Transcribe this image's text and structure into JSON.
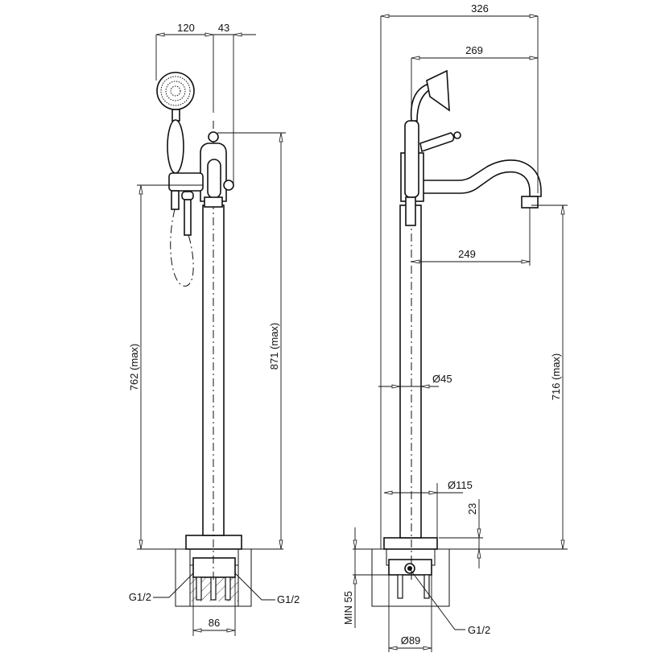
{
  "views": {
    "front": {
      "dims": {
        "shower_offset": "120",
        "knob_offset": "43",
        "spout_height": "762 (max)",
        "overall_height": "871 (max)",
        "body_width": "86"
      },
      "connections": {
        "left": "G1/2",
        "right": "G1/2"
      }
    },
    "side": {
      "dims": {
        "overall_reach": "326",
        "shower_reach": "269",
        "spout_reach": "249",
        "pipe_diameter": "Ø45",
        "base_diameter": "Ø115",
        "base_height": "23",
        "spout_height": "716 (max)",
        "min_depth": "MIN 55",
        "body_diameter": "Ø89"
      },
      "connections": {
        "bottom": "G1/2"
      }
    }
  }
}
